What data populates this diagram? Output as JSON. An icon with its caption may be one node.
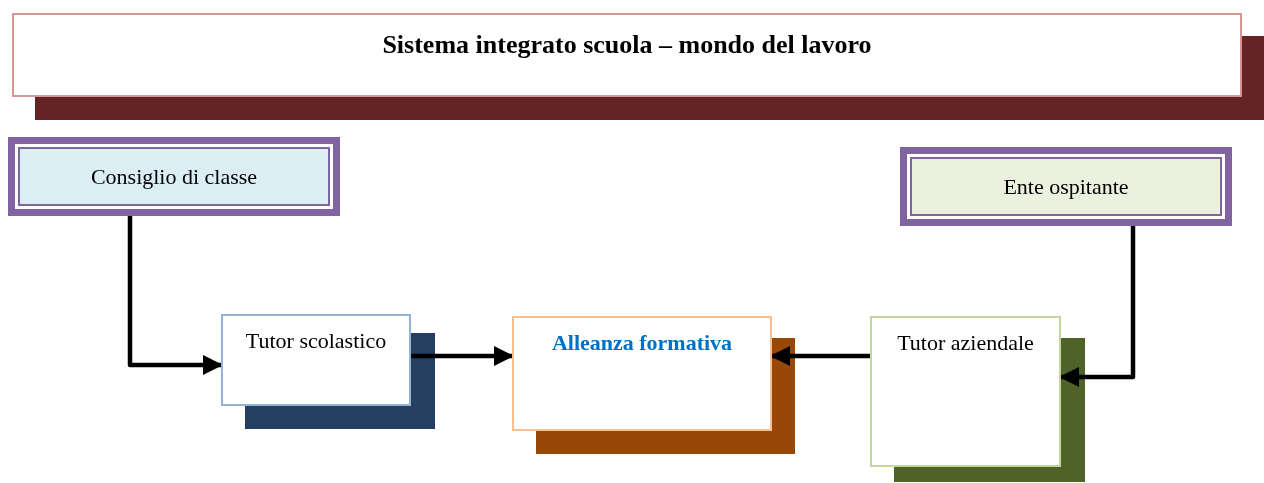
{
  "diagram": {
    "title": "Sistema integrato scuola – mondo del lavoro",
    "nodes": [
      {
        "text": [
          "Consiglio di classe"
        ]
      },
      {
        "text": [
          "Ente ospitante"
        ]
      },
      {
        "text": [
          "Tutor scolastico"
        ]
      },
      {
        "text": [
          "Alleanza formativa"
        ]
      },
      {
        "text": [
          "Tutor aziendale"
        ]
      }
    ],
    "edges": [
      {
        "from": 0,
        "to": 2,
        "arrow": "to"
      },
      {
        "from": 2,
        "to": 3,
        "arrow": "to"
      },
      {
        "from": 4,
        "to": 3,
        "arrow": "to"
      },
      {
        "from": 1,
        "to": 4,
        "arrow": "to"
      }
    ]
  }
}
